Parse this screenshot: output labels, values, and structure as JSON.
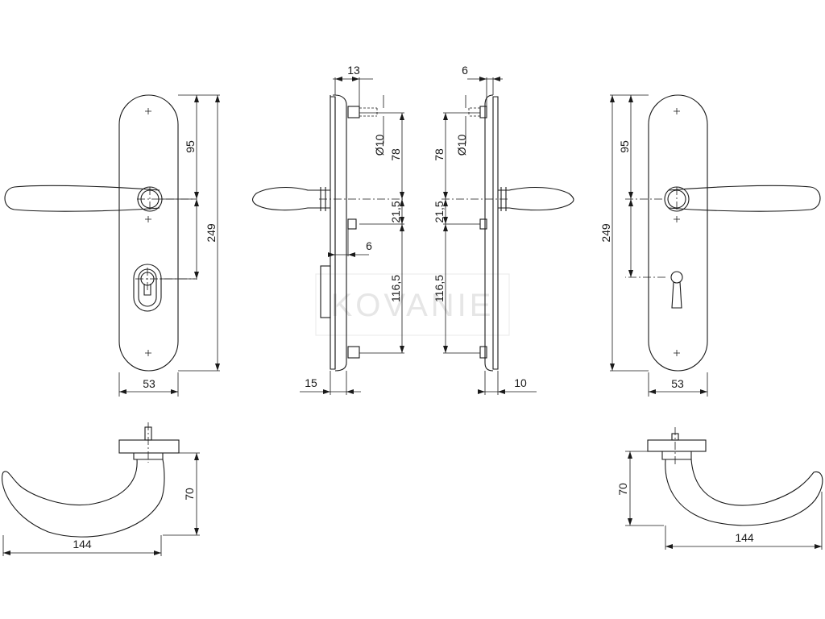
{
  "watermark": "KOVANIE",
  "dims": {
    "front_left_width": "53",
    "front_left_95": "95",
    "front_left_249": "249",
    "side_left_13": "13",
    "side_left_dia": "Ø10",
    "side_left_78": "78",
    "side_left_21": "21,5",
    "side_left_6": "6",
    "side_left_116": "116,5",
    "side_left_15": "15",
    "side_right_6": "6",
    "side_right_dia": "Ø10",
    "side_right_78": "78",
    "side_right_21": "21,5",
    "side_right_116": "116,5",
    "side_right_10": "10",
    "front_right_95": "95",
    "front_right_249": "249",
    "front_right_width": "53",
    "top_left_70": "70",
    "top_left_144": "144",
    "top_right_70": "70",
    "top_right_144": "144"
  }
}
